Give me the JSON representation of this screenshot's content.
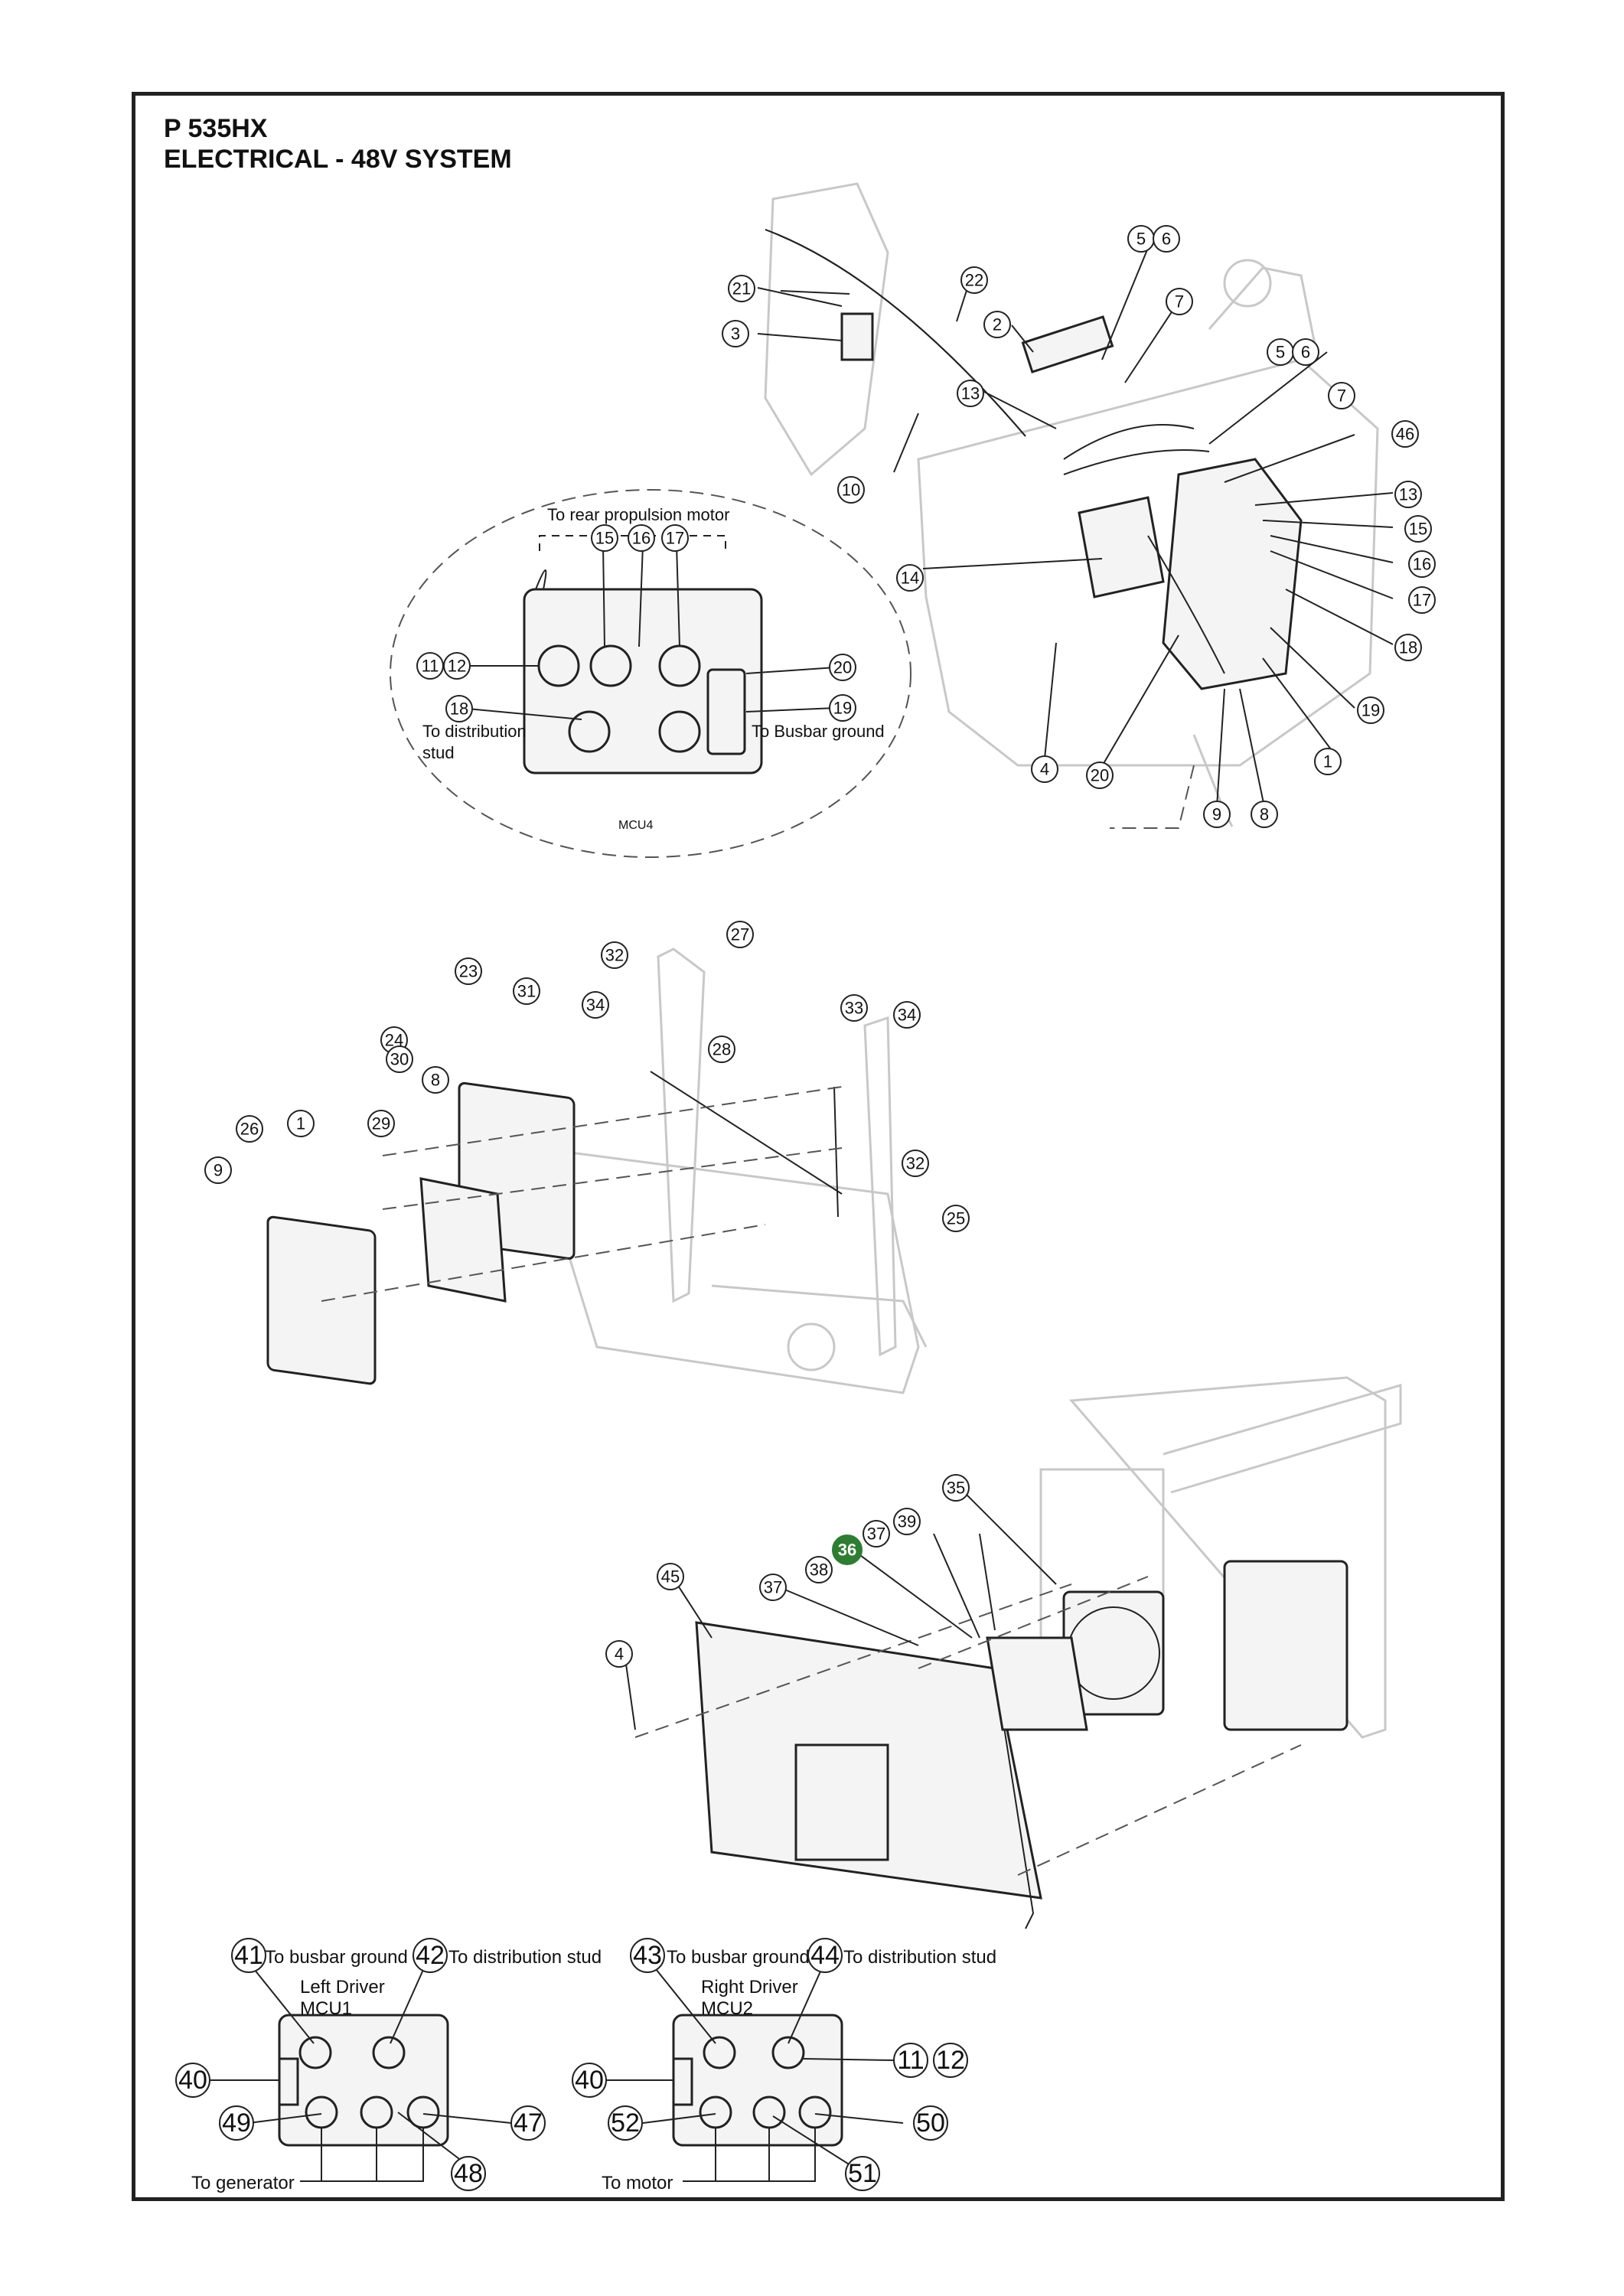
{
  "title": {
    "line1": "P 535HX",
    "line2": "ELECTRICAL - 48V SYSTEM"
  },
  "detail_top": {
    "header": "To rear propulsion motor",
    "left_note_1": "To distribution",
    "left_note_2": "stud",
    "right_note": "To Busbar ground",
    "unit_label": "MCU4"
  },
  "bottom_left": {
    "label_41": "To busbar ground",
    "label_42": "To distribution stud",
    "driver_name": "Left Driver",
    "driver_unit": "MCU1",
    "footer": "To generator"
  },
  "bottom_right": {
    "label_43": "To busbar ground",
    "label_44": "To distribution stud",
    "driver_name": "Right Driver",
    "driver_unit": "MCU2",
    "footer": "To motor"
  },
  "callouts": {
    "c1": "1",
    "c2": "2",
    "c3": "3",
    "c4": "4",
    "c5": "5",
    "c6": "6",
    "c7": "7",
    "c8": "8",
    "c9": "9",
    "c10": "10",
    "c11": "11",
    "c12": "12",
    "c13": "13",
    "c14": "14",
    "c15": "15",
    "c16": "16",
    "c17": "17",
    "c18": "18",
    "c19": "19",
    "c20": "20",
    "c21": "21",
    "c22": "22",
    "c23": "23",
    "c24": "24",
    "c25": "25",
    "c26": "26",
    "c27": "27",
    "c28": "28",
    "c29": "29",
    "c30": "30",
    "c31": "31",
    "c32": "32",
    "c33": "33",
    "c34": "34",
    "c35": "35",
    "c36": "36",
    "c37": "37",
    "c38": "38",
    "c39": "39",
    "c40": "40",
    "c41": "41",
    "c42": "42",
    "c43": "43",
    "c44": "44",
    "c45": "45",
    "c46": "46",
    "c47": "47",
    "c48": "48",
    "c49": "49",
    "c50": "50",
    "c51": "51",
    "c52": "52"
  },
  "colors": {
    "highlight": "#2e7d32",
    "ink": "#111111",
    "ghost": "#c8c8c8"
  }
}
